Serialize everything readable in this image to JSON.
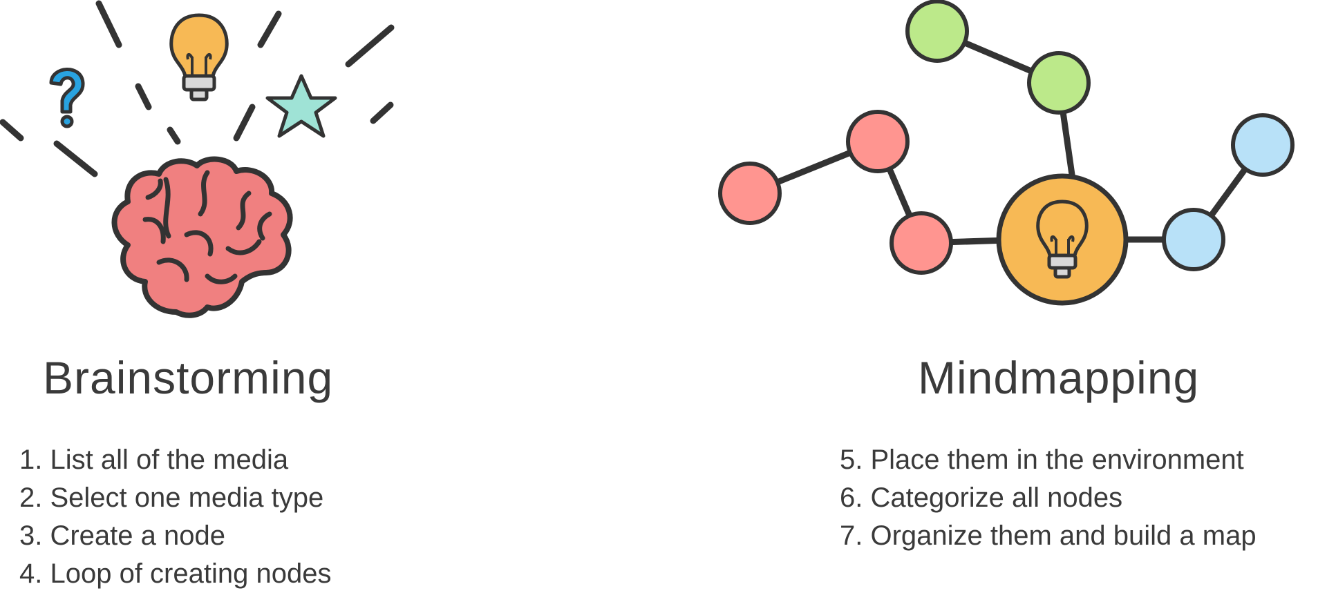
{
  "left_panel": {
    "title": "Brainstorming",
    "steps": [
      "1. List all of the media",
      "2. Select one media type",
      "3. Create a node",
      "4. Loop of creating nodes"
    ],
    "icons": [
      "question-mark-icon",
      "lightbulb-icon",
      "star-icon",
      "brain-icon"
    ]
  },
  "right_panel": {
    "title": "Mindmapping",
    "steps": [
      "5. Place them in the environment",
      "6. Categorize all nodes",
      "7. Organize them and build a map"
    ],
    "icons": [
      "central-idea-lightbulb-icon"
    ]
  },
  "colors": {
    "text": "#3a3a3a",
    "outline": "#333333",
    "brain": "#f08080",
    "bulb": "#f7b955",
    "question": "#29a3e0",
    "star": "#9fe3d6",
    "node_red": "#ff9590",
    "node_green": "#bce98a",
    "node_blue": "#b8e1f8",
    "node_center": "#f7b955"
  }
}
